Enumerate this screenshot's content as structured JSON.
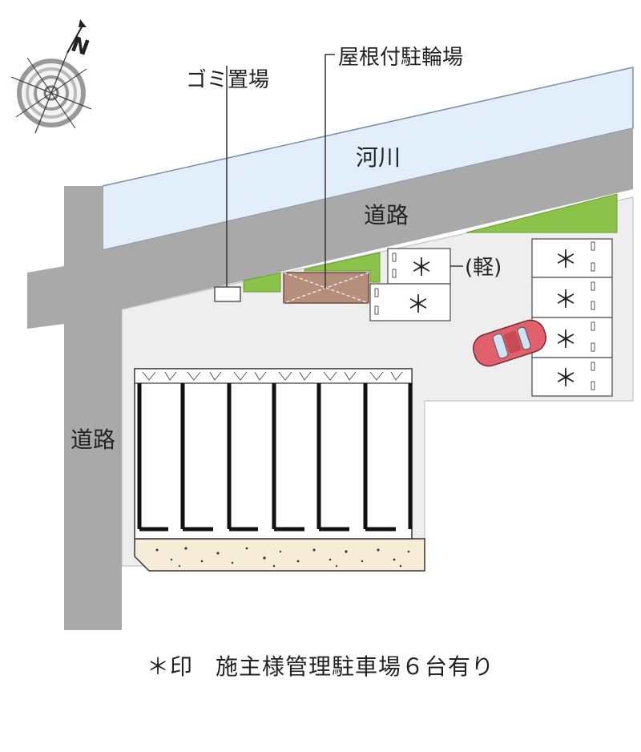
{
  "labels": {
    "trash": "ゴミ置場",
    "bike_parking": "屋根付駐輪場",
    "river": "河川",
    "road_top": "道路",
    "road_left": "道路",
    "kei": "(軽)",
    "north": "N"
  },
  "parking_marker": "＊",
  "caption": {
    "mark": "＊印",
    "text": "施主様管理駐車場６台有り"
  },
  "colors": {
    "road": "#a9a9a9",
    "river": "#e3eefb",
    "lot": "#eeeeee",
    "green": "#8bc34a",
    "bike_shed": "#b58f7c",
    "car": "#e0606c",
    "gravel": "#f6ecd8"
  },
  "icons": {
    "compass": "compass-icon",
    "car": "car-icon"
  }
}
